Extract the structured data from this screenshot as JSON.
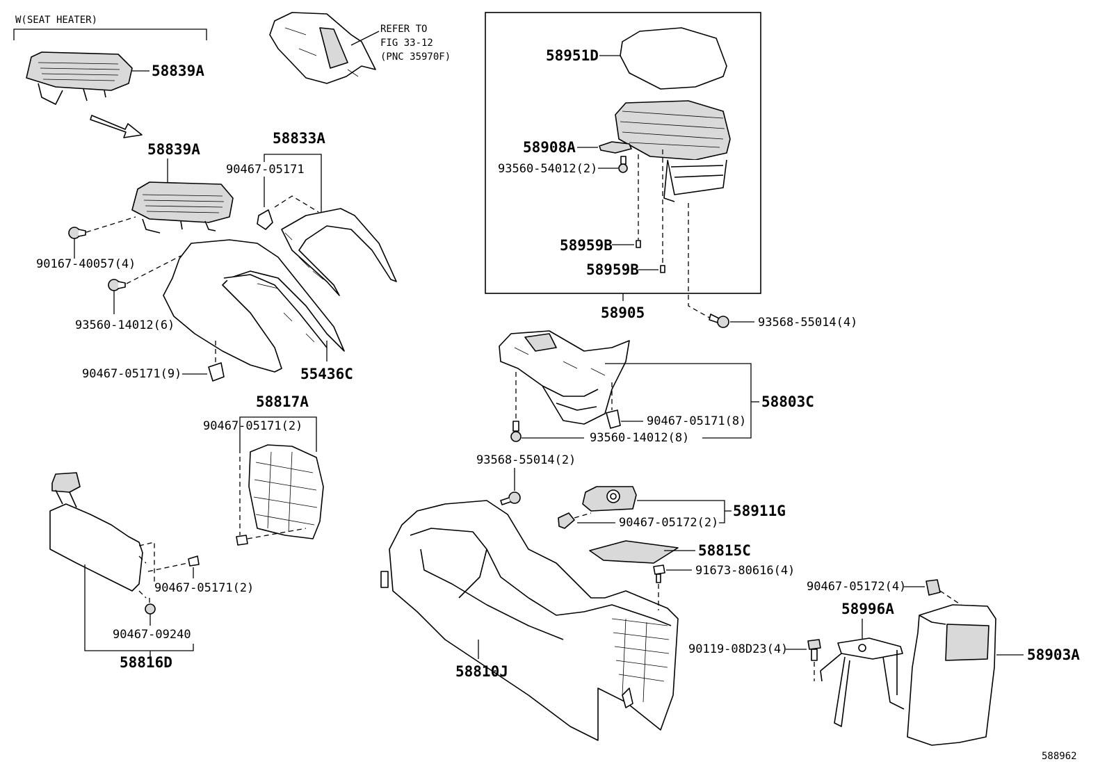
{
  "diagram": {
    "header_note": "W(SEAT HEATER)",
    "refer_note": [
      "REFER TO",
      "FIG 33-12",
      "(PNC 35970F)"
    ],
    "figure_code": "588962",
    "labels": {
      "p58839A_top": "58839A",
      "p58839A": "58839A",
      "p58833A": "58833A",
      "p90467_05171_a": "90467-05171",
      "p90167_40057": "90167-40057(4)",
      "p93560_14012_6": "93560-14012(6)",
      "p90467_05171_9": "90467-05171(9)",
      "p55436C": "55436C",
      "p58817A": "58817A",
      "p90467_05171_2a": "90467-05171(2)",
      "p90467_05171_2b": "90467-05171(2)",
      "p90467_09240": "90467-09240",
      "p58816D": "58816D",
      "p58951D": "58951D",
      "p58908A": "58908A",
      "p93560_54012": "93560-54012(2)",
      "p58959B_a": "58959B",
      "p58959B_b": "58959B",
      "p58905": "58905",
      "p93568_55014_4": "93568-55014(4)",
      "p58803C": "58803C",
      "p90467_05171_8": "90467-05171(8)",
      "p93560_14012_8": "93560-14012(8)",
      "p93568_55014_2": "93568-55014(2)",
      "p58911G": "58911G",
      "p90467_05172_2": "90467-05172(2)",
      "p58815C": "58815C",
      "p91673_80616": "91673-80616(4)",
      "p58810J": "58810J",
      "p90467_05172_4": "90467-05172(4)",
      "p58996A": "58996A",
      "p90119_08D23": "90119-08D23(4)",
      "p58903A": "58903A"
    }
  }
}
